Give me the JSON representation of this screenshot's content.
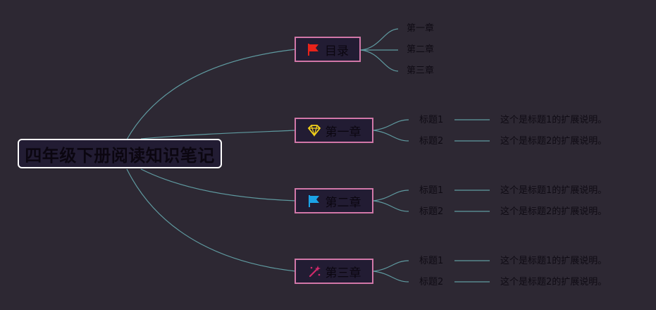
{
  "root": {
    "label": "四年级下册阅读知识笔记"
  },
  "branches": [
    {
      "label": "目录",
      "icon": "red-flag-icon",
      "color": "#e8231a",
      "children": [
        "第一章",
        "第二章",
        "第三章"
      ]
    },
    {
      "label": "第一章",
      "icon": "diamond-icon",
      "color": "#f5d21a",
      "children": [
        {
          "title": "标题1",
          "note": "这个是标题1的扩展说明。"
        },
        {
          "title": "标题2",
          "note": "这个是标题2的扩展说明。"
        }
      ]
    },
    {
      "label": "第二章",
      "icon": "blue-flag-icon",
      "color": "#1ba2e6",
      "children": [
        {
          "title": "标题1",
          "note": "这个是标题1的扩展说明。"
        },
        {
          "title": "标题2",
          "note": "这个是标题2的扩展说明。"
        }
      ]
    },
    {
      "label": "第三章",
      "icon": "magic-wand-icon",
      "color": "#d02a6a",
      "children": [
        {
          "title": "标题1",
          "note": "这个是标题1的扩展说明。"
        },
        {
          "title": "标题2",
          "note": "这个是标题2的扩展说明。"
        }
      ]
    }
  ],
  "colors": {
    "background": "#2d2833",
    "link": "#5f9aa0",
    "topic_border": "#d177a8",
    "root_border": "#ffffff"
  }
}
